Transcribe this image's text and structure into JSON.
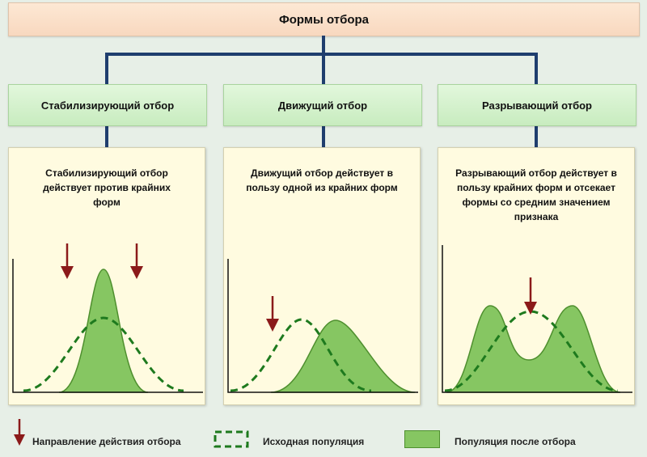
{
  "title": "Формы отбора",
  "types": [
    {
      "label": "Стабилизирующий отбор",
      "description": "Стабилизирующий отбор действует против крайних форм"
    },
    {
      "label": "Движущий отбор",
      "description": "Движущий отбор действует в пользу одной из крайних форм"
    },
    {
      "label": "Разрывающий отбор",
      "description": "Разрывающий отбор действует в пользу крайних форм и отсекает формы со средним значением признака"
    }
  ],
  "legend": {
    "arrow_label": "Направление действия отбора",
    "initial_label": "Исходная популяция",
    "after_label": "Популяция после отбора"
  },
  "colors": {
    "connector": "#1f3e6e",
    "fill_after": "#86c662",
    "initial_dash": "#1e7a1e",
    "arrow": "#8b1a1a"
  }
}
